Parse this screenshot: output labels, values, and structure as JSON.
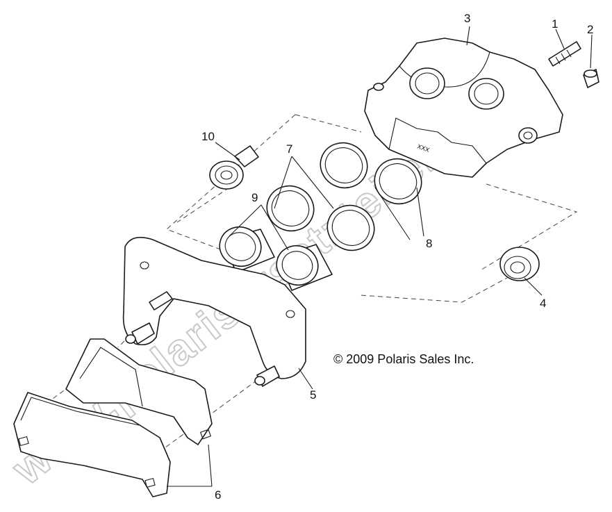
{
  "diagram": {
    "copyright": "© 2009 Polaris Sales Inc.",
    "watermark": "www.polarisersatzteile.de",
    "caliper_marking": "XXX",
    "callouts": [
      {
        "id": "1",
        "label": "1"
      },
      {
        "id": "2",
        "label": "2"
      },
      {
        "id": "3",
        "label": "3"
      },
      {
        "id": "4",
        "label": "4"
      },
      {
        "id": "5",
        "label": "5"
      },
      {
        "id": "6",
        "label": "6"
      },
      {
        "id": "7",
        "label": "7"
      },
      {
        "id": "8",
        "label": "8"
      },
      {
        "id": "9",
        "label": "9"
      },
      {
        "id": "10",
        "label": "10"
      }
    ]
  }
}
